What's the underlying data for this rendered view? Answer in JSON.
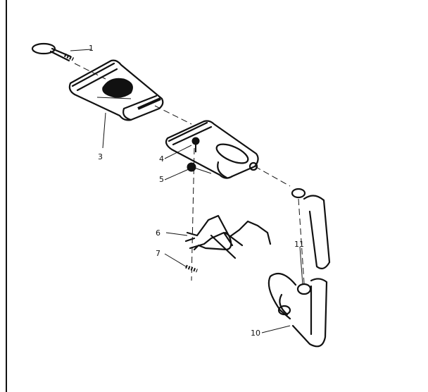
{
  "diagram": {
    "callouts": [
      {
        "id": "c1",
        "label": "1"
      },
      {
        "id": "c3",
        "label": "3"
      },
      {
        "id": "c4",
        "label": "4"
      },
      {
        "id": "c5",
        "label": "5"
      },
      {
        "id": "c6",
        "label": "6"
      },
      {
        "id": "c7",
        "label": "7"
      },
      {
        "id": "c10",
        "label": "10"
      },
      {
        "id": "c11",
        "label": "11"
      }
    ]
  }
}
